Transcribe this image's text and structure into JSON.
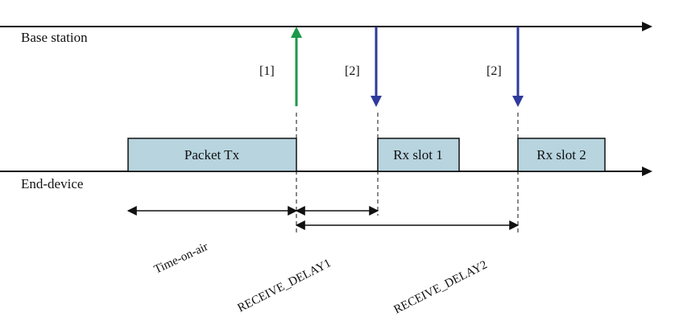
{
  "lanes": {
    "top": "Base station",
    "bottom": "End-device"
  },
  "packets": {
    "tx": "Packet Tx",
    "rx1": "Rx slot 1",
    "rx2": "Rx slot 2"
  },
  "signals": {
    "uplink_label": "[1]",
    "downlink1_label": "[2]",
    "downlink2_label": "[2]"
  },
  "durations": {
    "time_on_air": "Time-on-air",
    "receive_delay1": "RECEIVE_DELAY1",
    "receive_delay2": "RECEIVE_DELAY2"
  },
  "colors": {
    "line": "#111111",
    "box_fill": "#b7d4df",
    "uplink": "#1a9a4a",
    "downlink": "#2e3a9c"
  }
}
